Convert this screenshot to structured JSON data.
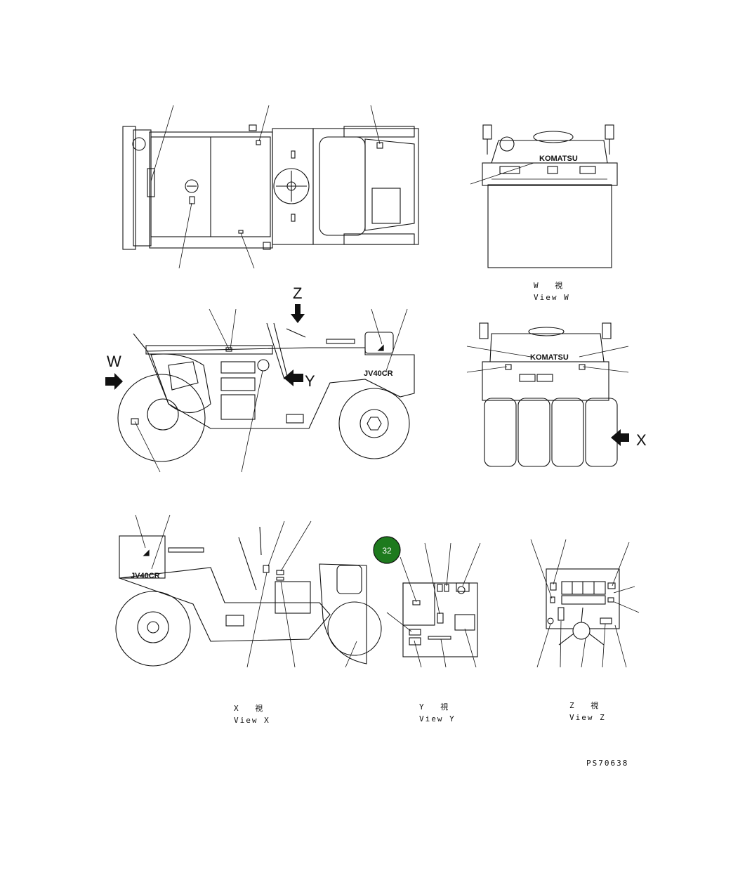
{
  "views": {
    "w": {
      "kanji": "W　 視",
      "label": "View W"
    },
    "x": {
      "kanji": "X　 視",
      "label": "View X"
    },
    "y": {
      "kanji": "Y　 視",
      "label": "View Y"
    },
    "z": {
      "kanji": "Z　 視",
      "label": "View Z"
    }
  },
  "arrows": {
    "w": "W",
    "x": "X",
    "y": "Y",
    "z": "Z"
  },
  "model_label": "JV40CR",
  "brand_label": "KOMATSU",
  "badge": {
    "value": "32",
    "color": "#1e7a1e"
  },
  "drawing_number": "PS70638"
}
